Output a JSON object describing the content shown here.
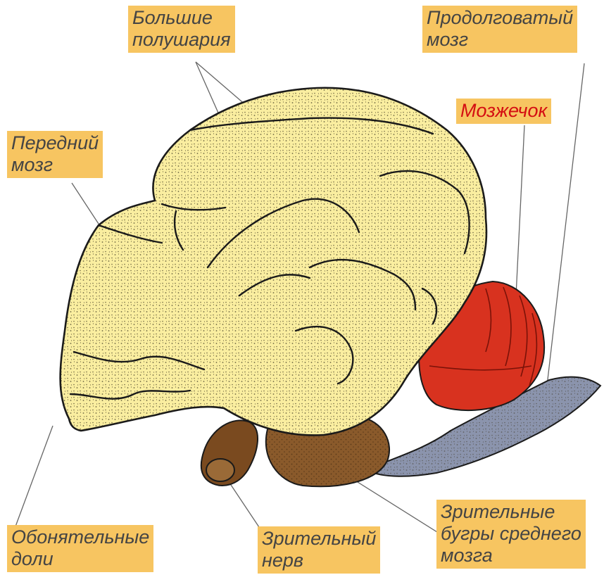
{
  "labels": {
    "hemispheres": [
      "Большие",
      "полушария"
    ],
    "medulla": [
      "Продолговатый",
      "мозг"
    ],
    "cerebellum": [
      "Мозжечок"
    ],
    "forebrain": [
      "Передний",
      "мозг"
    ],
    "olfactory": [
      "Обонятельные",
      "доли"
    ],
    "optic_nerve": [
      "Зрительный",
      "нерв"
    ],
    "midbrain": [
      "Зрительные",
      "бугры среднего",
      "мозга"
    ]
  },
  "colors": {
    "label_bg": "#f7c561",
    "label_text": "#444444",
    "cerebellum_text": "#d40e12",
    "hemisphere_fill": "#faeea0",
    "cerebellum_fill": "#d8321f",
    "medulla_fill": "#8b94ad",
    "midbrain_fill": "#8a5a2b",
    "optic_nerve_fill": "#7a4a1f",
    "outline": "#1a1a1a"
  }
}
